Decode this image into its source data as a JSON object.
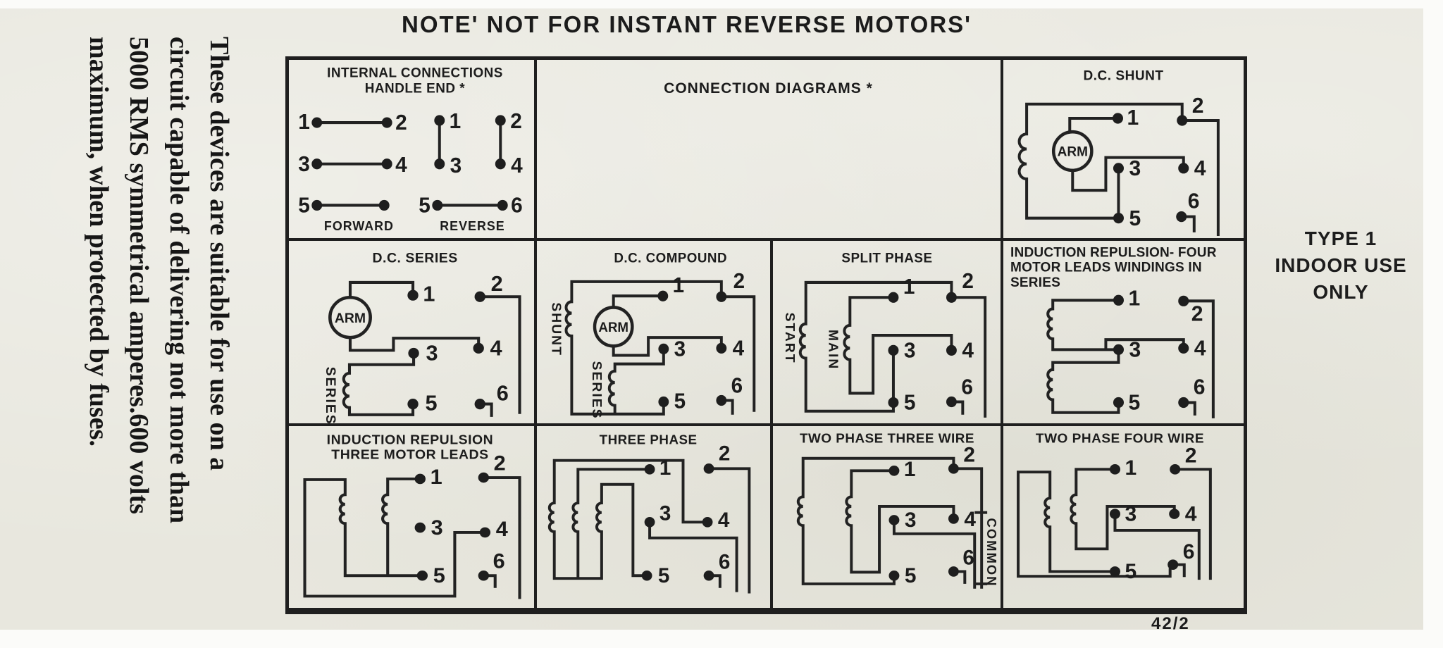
{
  "note": "NOTE' NOT FOR INSTANT REVERSE MOTORS'",
  "side_text": {
    "line1": "These devices are suitable for use on a",
    "line2": "circuit capable of delivering not more than",
    "line3": "5000 RMS symmetrical amperes.600 volts",
    "line4": "maximum, when protected by fuses."
  },
  "type_label": {
    "line1": "TYPE 1",
    "line2": "INDOOR USE",
    "line3": "ONLY"
  },
  "page_ref": "42/2",
  "nums": [
    "1",
    "2",
    "3",
    "4",
    "5",
    "6"
  ],
  "colors": {
    "ink": "#222222",
    "paper": "#e8e7de"
  },
  "cells": {
    "internal": {
      "title1": "INTERNAL CONNECTIONS",
      "title2": "HANDLE END *",
      "forward": "FORWARD",
      "reverse": "REVERSE"
    },
    "connection": {
      "title": "CONNECTION DIAGRAMS *"
    },
    "dc_shunt": {
      "title": "D.C. SHUNT",
      "arm": "ARM"
    },
    "dc_series": {
      "title": "D.C. SERIES",
      "arm": "ARM",
      "series": "SERIES"
    },
    "dc_compound": {
      "title": "D.C. COMPOUND",
      "arm": "ARM",
      "shunt": "SHUNT",
      "series": "SERIES"
    },
    "split_phase": {
      "title": "SPLIT PHASE",
      "start": "START",
      "main": "MAIN"
    },
    "induction_four": {
      "title1": "INDUCTION REPULSION- FOUR",
      "title2": "MOTOR LEADS WINDINGS IN",
      "title3": "SERIES"
    },
    "induction_three": {
      "title1": "INDUCTION REPULSION",
      "title2": "THREE MOTOR LEADS"
    },
    "three_phase": {
      "title": "THREE PHASE"
    },
    "two_phase_three": {
      "title": "TWO PHASE THREE WIRE",
      "common": "COMMON"
    },
    "two_phase_four": {
      "title": "TWO PHASE FOUR WIRE"
    }
  }
}
